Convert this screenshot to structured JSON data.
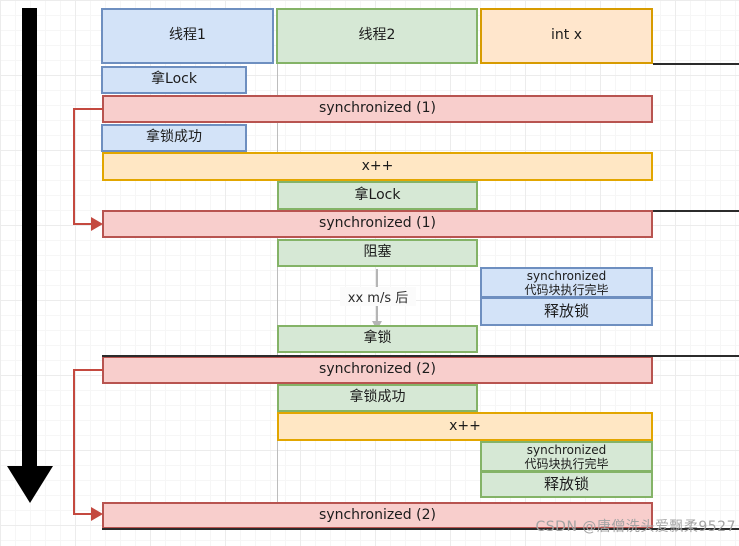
{
  "headers": {
    "thread1": "线程1",
    "thread2": "线程2",
    "int_x": "int x"
  },
  "boxes": {
    "t1_take_lock": "拿Lock",
    "sync1_a": "synchronized (1)",
    "t1_lock_success": "拿锁成功",
    "x_inc_1": "x++",
    "t2_take_lock": "拿Lock",
    "sync1_b": "synchronized (1)",
    "t2_blocked": "阻塞",
    "wait_label": "xx m/s 后",
    "blue_done_line1": "synchronized",
    "blue_done_line2": "代码块执行完毕",
    "blue_release": "释放锁",
    "t2_take_lock2": "拿锁",
    "sync2_a": "synchronized (2)",
    "t2_lock_success": "拿锁成功",
    "x_inc_2": "x++",
    "green_done_line1": "synchronized",
    "green_done_line2": "代码块执行完毕",
    "green_release": "释放锁",
    "sync2_b": "synchronized (2)"
  },
  "watermark": "CSDN @唐僧洗头爱飘柔9527",
  "colors": {
    "blue_fill": "#d3e3f8",
    "blue_border": "#6e8fc0",
    "green_fill": "#d6e8d5",
    "green_border": "#84b367",
    "red_fill": "#f8cecc",
    "red_border": "#b85450",
    "orange_fill": "#ffe6cc",
    "orange_border": "#d79b00",
    "yellow_border": "#e2a600",
    "connector_red": "#c4493f",
    "timeline_black": "#2b2b2b",
    "gray_arrow": "#b5b5b5"
  }
}
